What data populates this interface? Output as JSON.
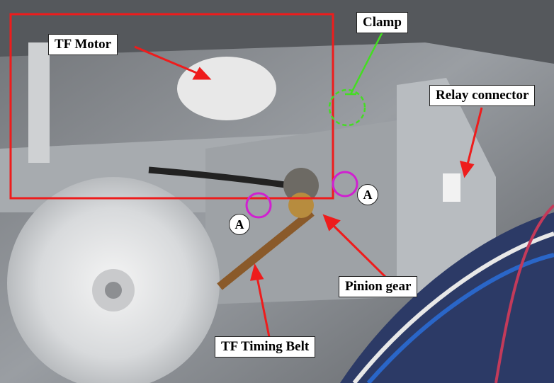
{
  "labels": {
    "tf_motor": "TF Motor",
    "clamp": "Clamp",
    "relay_connector": "Relay connector",
    "screw_a_right": "A",
    "screw_a_left": "A",
    "pinion_gear": "Pinion gear",
    "tf_timing_belt": "TF Timing Belt"
  },
  "colors": {
    "highlight_box": "#ee1c1c",
    "arrow": "#ee1c1c",
    "screw_marker": "#d020d0",
    "clamp_marker": "#44dd22"
  }
}
